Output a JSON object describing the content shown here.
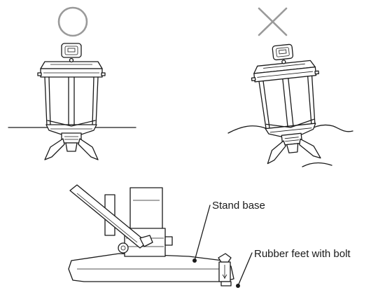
{
  "symbols": {
    "correct_mark": "circle-o",
    "incorrect_mark": "cross-x",
    "mark_color": "#9a9a9a"
  },
  "labels": {
    "stand_base": "Stand base",
    "rubber_feet": "Rubber feet with bolt"
  }
}
